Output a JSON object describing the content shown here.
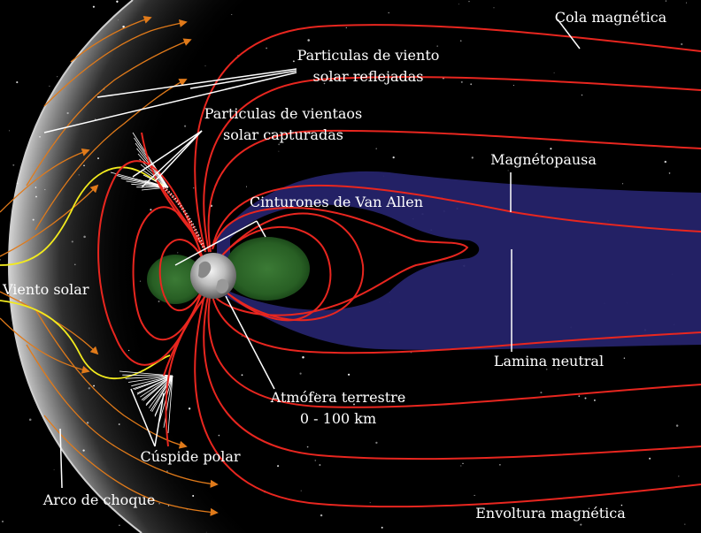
{
  "labels": {
    "cola": "Cola magnética",
    "reflejadas_1": "Particulas de viento",
    "reflejadas_2": "solar reflejadas",
    "capturadas_1": "Particulas de vientaos",
    "capturadas_2": "solar capturadas",
    "magnetopausa": "Magnétopausa",
    "van_allen": "Cinturones de Van Allen",
    "viento_solar": "Viento solar",
    "lamina": "Lamina neutral",
    "atmosfera_1": "Atmófera terrestre",
    "atmosfera_2": "0 - 100 km",
    "cuspide": "Cúspide polar",
    "arco": "Arco de choque",
    "envoltura": "Envoltura magnética"
  },
  "colors": {
    "background": "#000000",
    "field_lines": "#e8261f",
    "solar_wind": "#e07a1a",
    "captured_wind": "#f2ea1e",
    "van_allen": "#2f6a2a",
    "neutral_sheet": "#25236a",
    "bow_shock": "#9a9a9a"
  }
}
